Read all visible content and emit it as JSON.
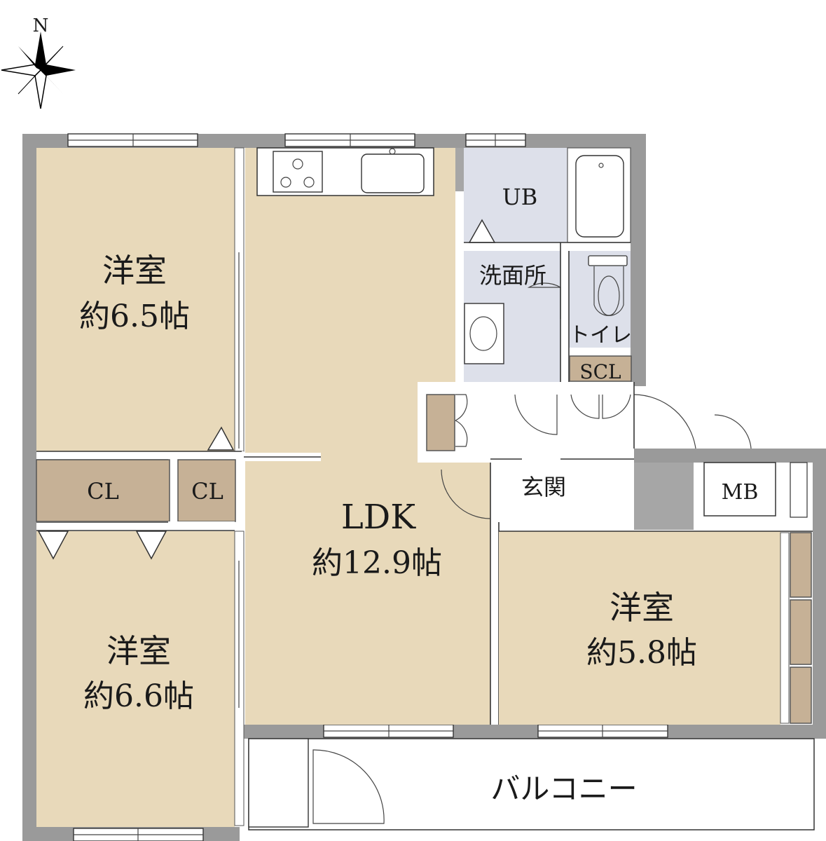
{
  "compass": {
    "north_label": "N"
  },
  "rooms": {
    "western_nw": {
      "name": "洋室",
      "size": "約6.5帖"
    },
    "western_sw": {
      "name": "洋室",
      "size": "約6.6帖"
    },
    "western_se": {
      "name": "洋室",
      "size": "約5.8帖"
    },
    "ldk": {
      "name": "LDK",
      "size": "約12.9帖"
    },
    "bath": {
      "name": "UB"
    },
    "washroom": {
      "name": "洗面所"
    },
    "toilet": {
      "name": "トイレ"
    },
    "shoe_closet": {
      "name": "SCL"
    },
    "entrance": {
      "name": "玄関"
    },
    "meter_box": {
      "name": "MB"
    },
    "closet_left": {
      "name": "CL"
    },
    "closet_right": {
      "name": "CL"
    },
    "balcony": {
      "name": "バルコニー"
    }
  },
  "colors": {
    "wall": "#9a9a9a",
    "wood_floor": "#e8d9ba",
    "wet_floor": "#dde0ea",
    "closet": "#c6b196"
  }
}
